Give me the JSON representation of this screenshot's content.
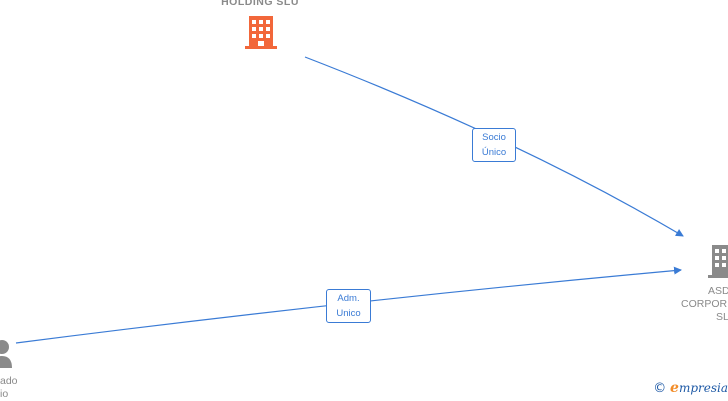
{
  "nodes": {
    "holding": {
      "label": "HOLDING SLU",
      "color": "#f2673a"
    },
    "corporate": {
      "label_lines": [
        "ASD",
        "CORPOR",
        "SL"
      ],
      "color": "#8a8a8a"
    },
    "person": {
      "label_lines": [
        "ado",
        "io"
      ],
      "color": "#8a8a8a"
    }
  },
  "edges": [
    {
      "from": "holding",
      "to": "corporate",
      "label_lines": [
        "Socio",
        "Único"
      ]
    },
    {
      "from": "person",
      "to": "corporate",
      "label_lines": [
        "Adm.",
        "Unico"
      ]
    }
  ],
  "brand": {
    "copyright": "©",
    "e": "e",
    "rest": "mpresia"
  },
  "colors": {
    "edge": "#3a7bd5"
  }
}
